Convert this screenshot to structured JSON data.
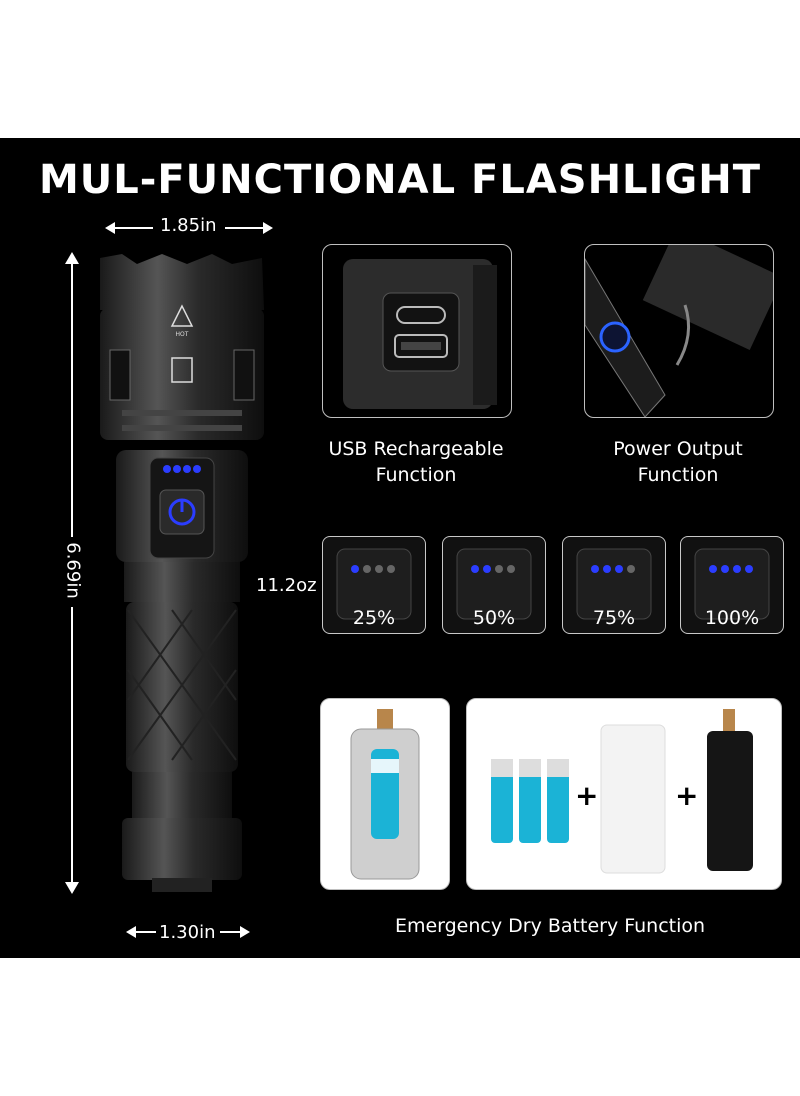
{
  "title": "MUL-FUNCTIONAL FLASHLIGHT",
  "dimensions": {
    "head_width": "1.85in",
    "length": "6.69in",
    "weight": "11.2oz",
    "tail_width": "1.30in"
  },
  "features": {
    "usb": "USB Rechargeable Function",
    "power": "Power Output Function",
    "battery": "Emergency Dry Battery Function"
  },
  "battery_levels": [
    "25%",
    "50%",
    "75%",
    "100%"
  ],
  "battery_level_dots": [
    1,
    2,
    3,
    4
  ],
  "symbols": {
    "plus": "+",
    "hot_label": "HOT"
  },
  "colors": {
    "background": "#000000",
    "indicator_blue": "#2b3dff",
    "battery_cyan": "#1bb3d6"
  }
}
